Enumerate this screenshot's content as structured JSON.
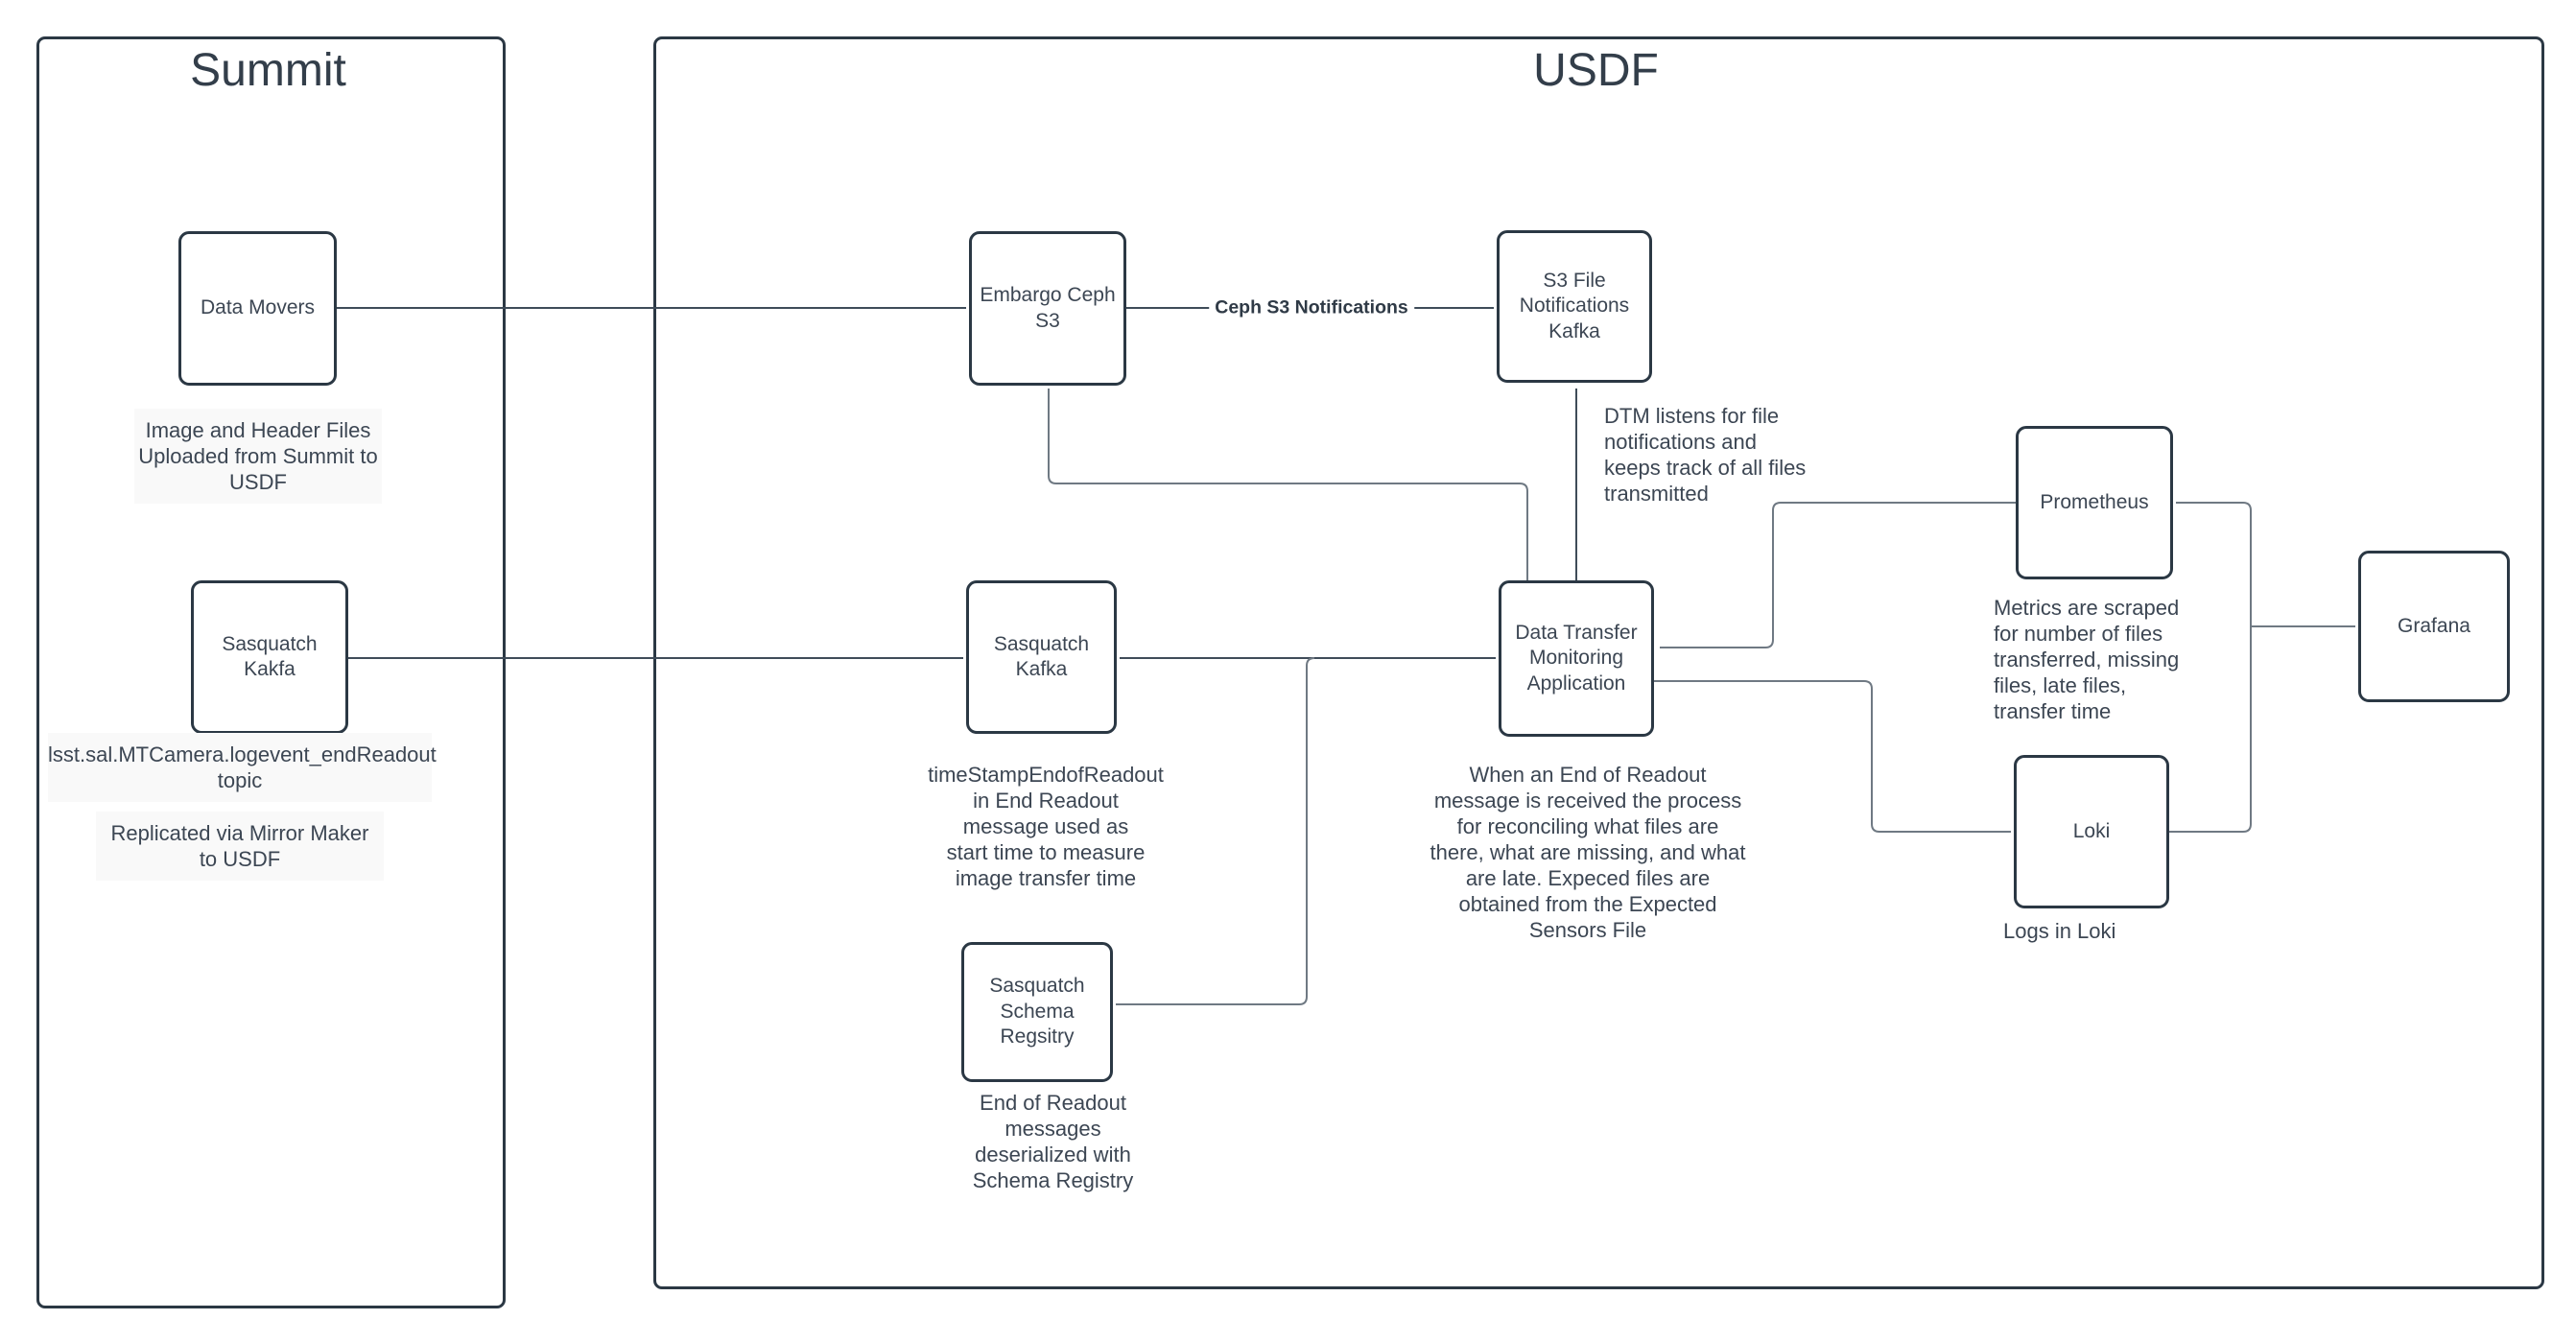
{
  "diagram": {
    "containers": {
      "summit": {
        "title": "Summit"
      },
      "usdf": {
        "title": "USDF"
      }
    },
    "nodes": {
      "data_movers": "Data Movers",
      "sasquatch_kakfa_summit": "Sasquatch\nKakfa",
      "embargo_ceph_s3": "Embargo Ceph\nS3",
      "s3_file_notifications_kafka": "S3 File\nNotifications\nKafka",
      "sasquatch_kafka_usdf": "Sasquatch\nKafka",
      "data_transfer_monitoring_app": "Data Transfer\nMonitoring\nApplication",
      "prometheus": "Prometheus",
      "grafana": "Grafana",
      "loki": "Loki",
      "sasquatch_schema_registry": "Sasquatch\nSchema\nRegsitry"
    },
    "edge_labels": {
      "ceph_s3_notifications": "Ceph S3 Notifications"
    },
    "annotations": {
      "summit_upload": "Image and Header Files\nUploaded from Summit to\nUSDF",
      "topic": "lsst.sal.MTCamera.logevent_endReadout\ntopic",
      "replicated": "Replicated via Mirror Maker\nto USDF",
      "dtm_listens": "DTM listens for file\nnotifications and\nkeeps track of all files\ntransmitted",
      "metrics_scraped": "Metrics are scraped\nfor number of files\ntransferred, missing\nfiles, late files,\ntransfer time",
      "timestamp": "timeStampEndofReadout\nin End Readout\nmessage used as\nstart time to measure\nimage transfer time",
      "when_eor": "When an End of Readout\nmessage is received the process\nfor reconciling what files are\nthere, what are missing, and what\nare late. Expeced files are\nobtained from the Expected\nSensors File",
      "logs_in_loki": "Logs in Loki",
      "eor_deserialized": "End of Readout\nmessages\ndeserialized with\nSchema Registry"
    },
    "colors": {
      "node_border": "#2b3844",
      "text": "#3c4653",
      "connector_dark": "#3f4c59",
      "connector_light": "#6f7983",
      "canvas": "#ffffff"
    }
  }
}
